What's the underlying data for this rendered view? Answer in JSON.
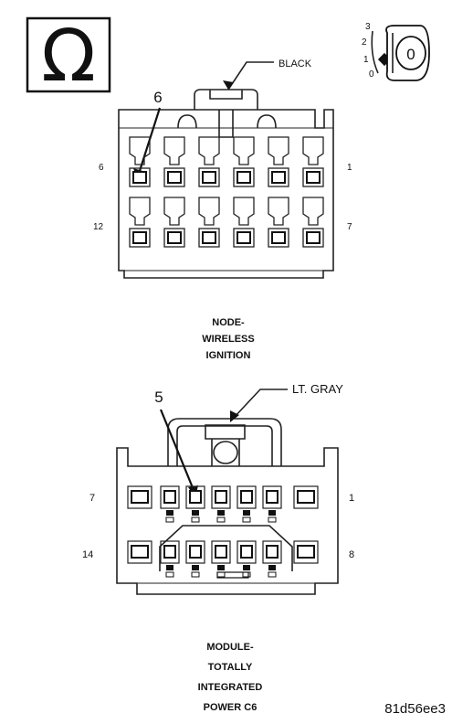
{
  "ohm_symbol": "Ω",
  "key_switch": {
    "positions": [
      "3",
      "2",
      "1",
      "0"
    ],
    "key_label": "0"
  },
  "connector_top": {
    "color_label": "BLACK",
    "callout_pin": "6",
    "pin_left_top": "6",
    "pin_right_top": "1",
    "pin_left_bottom": "12",
    "pin_right_bottom": "7",
    "caption": [
      "NODE-",
      "WIRELESS",
      "IGNITION"
    ]
  },
  "connector_bottom": {
    "color_label": "LT. GRAY",
    "callout_pin": "5",
    "pin_left_top": "7",
    "pin_right_top": "1",
    "pin_left_bottom": "14",
    "pin_right_bottom": "8",
    "caption": [
      "MODULE-",
      "TOTALLY",
      "INTEGRATED",
      "POWER C6"
    ]
  },
  "figure_id": "81d56ee3"
}
